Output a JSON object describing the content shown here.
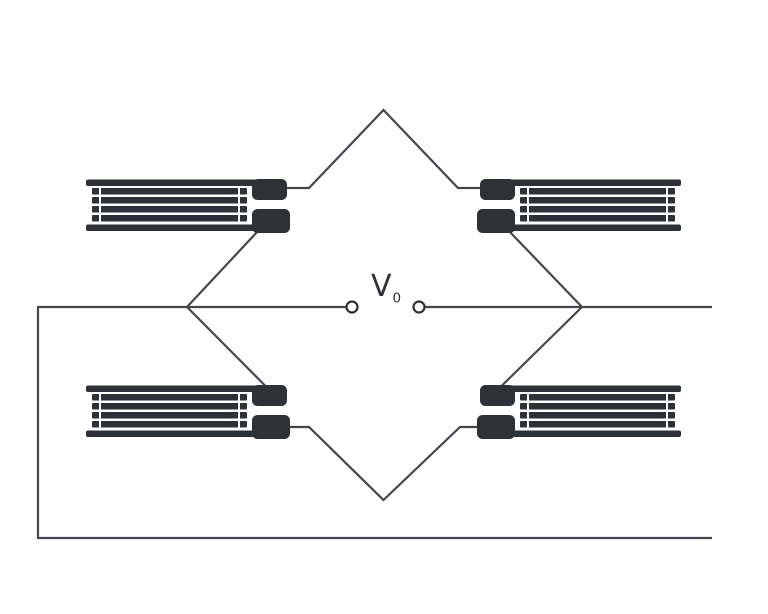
{
  "diagram": {
    "type": "wheatstone-bridge-strain-gauge-circuit",
    "output_label": {
      "symbol": "V",
      "subscript": "0"
    },
    "colors": {
      "ink": "#2e3138",
      "wire": "#43464e",
      "background": "#ffffff"
    },
    "components": {
      "gauges": [
        {
          "id": "strain-gauge-top-left",
          "position": "top-left"
        },
        {
          "id": "strain-gauge-top-right",
          "position": "top-right"
        },
        {
          "id": "strain-gauge-bottom-left",
          "position": "bottom-left"
        },
        {
          "id": "strain-gauge-bottom-right",
          "position": "bottom-right"
        }
      ],
      "terminals": [
        {
          "id": "output-terminal-left"
        },
        {
          "id": "output-terminal-right"
        }
      ],
      "nodes": [
        {
          "id": "bridge-node-top"
        },
        {
          "id": "bridge-node-left"
        },
        {
          "id": "bridge-node-right"
        },
        {
          "id": "bridge-node-bottom"
        }
      ]
    }
  }
}
